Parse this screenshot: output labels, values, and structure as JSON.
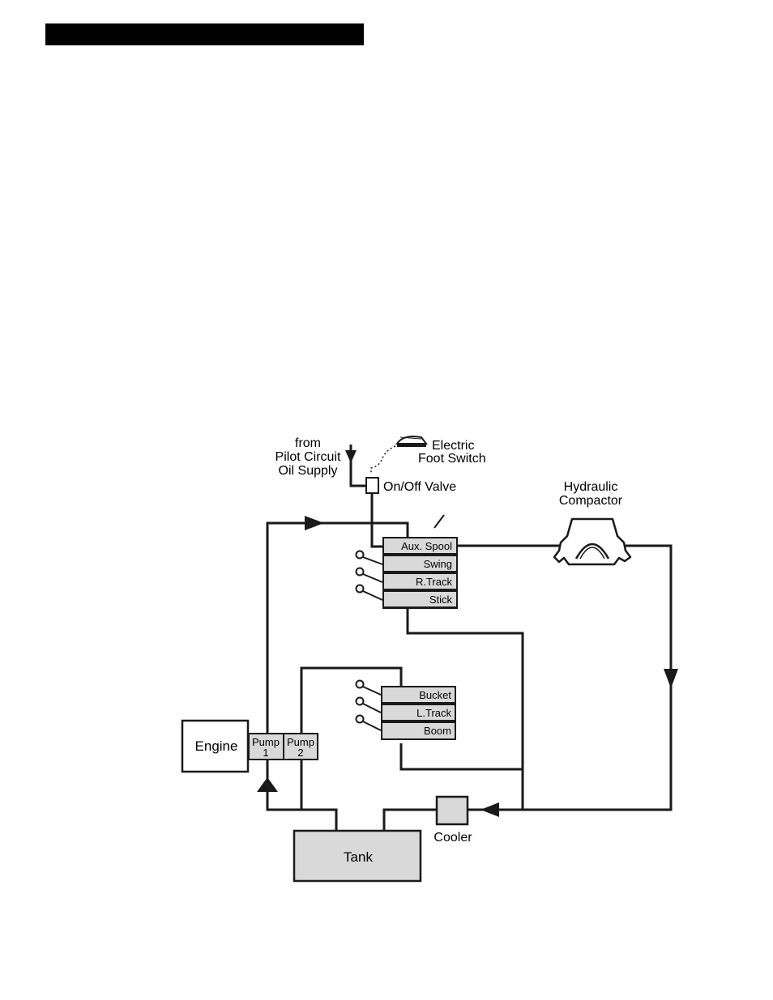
{
  "colors": {
    "ink": "#1a1a1a",
    "box_fill": "#d9d9d9",
    "white": "#ffffff"
  },
  "labels": {
    "pilot_supply": [
      "from",
      "Pilot Circuit",
      "Oil Supply"
    ],
    "foot_switch": [
      "Electric",
      "Foot Switch"
    ],
    "onoff_valve": "On/Off Valve",
    "compactor": [
      "Hydraulic",
      "Compactor"
    ],
    "engine": "Engine",
    "pump1": [
      "Pump",
      "1"
    ],
    "pump2": [
      "Pump",
      "2"
    ],
    "tank": "Tank",
    "cooler": "Cooler"
  },
  "upper_valve_bank": [
    "Aux. Spool",
    "Swing",
    "R.Track",
    "Stick"
  ],
  "lower_valve_bank": [
    "Bucket",
    "L.Track",
    "Boom"
  ],
  "icons": [
    "foot-switch-icon",
    "compactor-icon",
    "flow-arrow-icon",
    "lever-icon"
  ]
}
